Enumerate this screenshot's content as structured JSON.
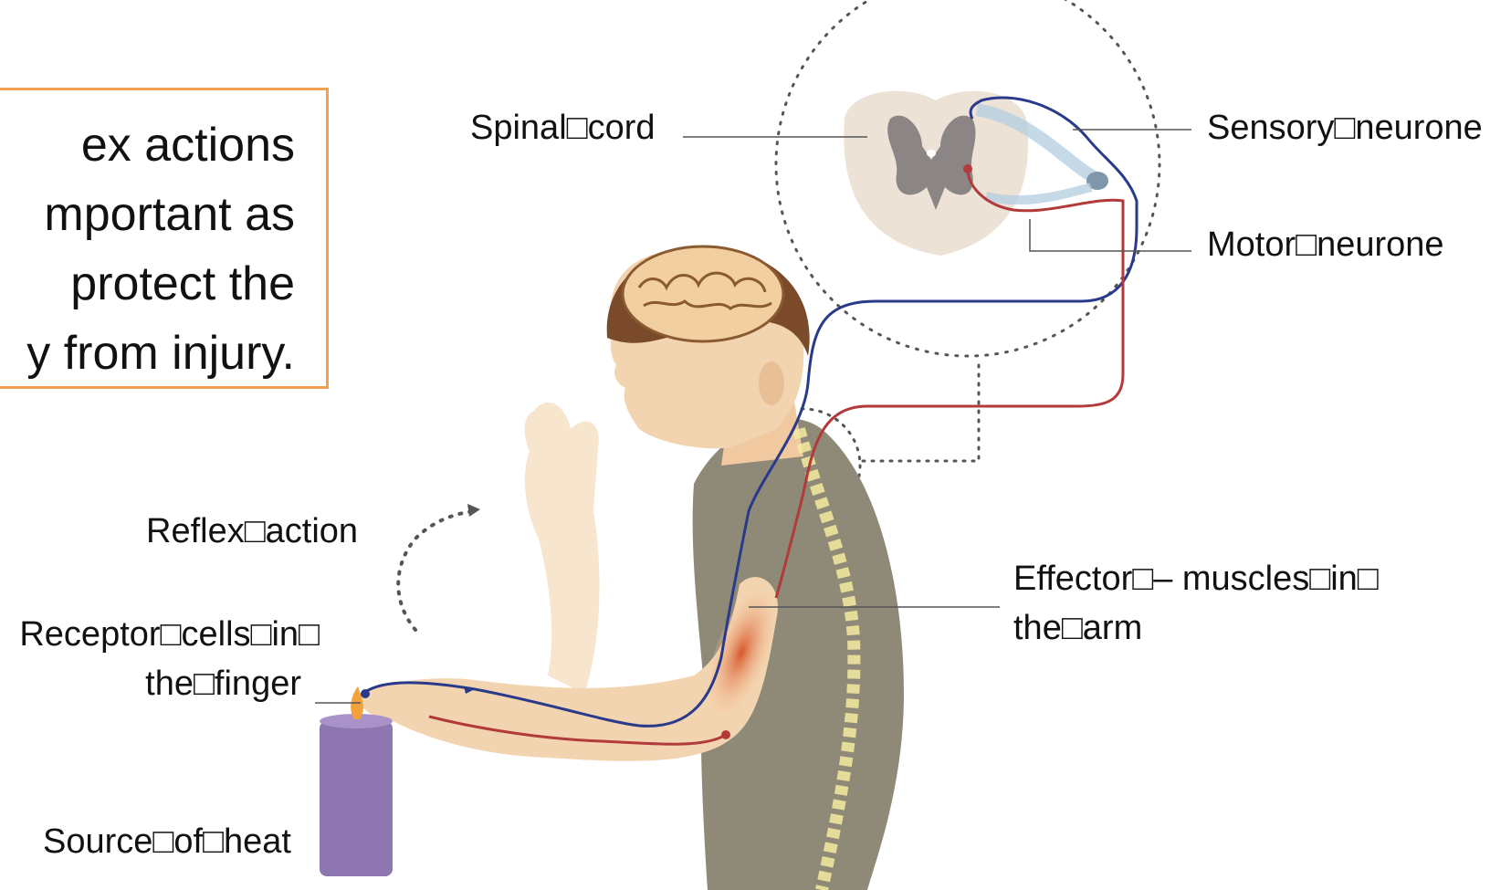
{
  "callout": {
    "lines": [
      "ex actions",
      "mportant as",
      "protect the",
      "y from injury."
    ]
  },
  "labels": {
    "spinal_cord": "Spinal□cord",
    "sensory_neurone": "Sensory□neurone",
    "motor_neurone": "Motor□neurone",
    "reflex_action": "Reflex□action",
    "receptor_line1": "Receptor□cells□in□",
    "receptor_line2": "the□finger",
    "effector_line1": "Effector□– muscles□in□",
    "effector_line2": "the□arm",
    "source_of_heat": "Source□of□heat"
  },
  "colors": {
    "callout_border": "#f0a050",
    "sensory_path": "#2a3a8a",
    "motor_path": "#b23a3a",
    "shirt": "#8f8a78",
    "skin": "#f3d4b0",
    "hair": "#7a4a2a",
    "candle": "#8e76b0",
    "spinal_grey": "#8c8585",
    "spinal_outer": "#ece2d6"
  },
  "icons": [
    "spinal-cord-cross-section-illustration",
    "brain-illustration",
    "candle-flame-icon",
    "muscle-illustration",
    "spine-illustration"
  ]
}
